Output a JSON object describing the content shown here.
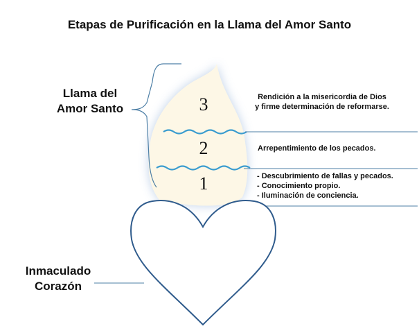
{
  "title": "Etapas de Purificación en la Llama del Amor Santo",
  "flame_label": [
    "Llama del",
    "Amor Santo"
  ],
  "heart_label": [
    "Inmaculado",
    "Corazón"
  ],
  "stages": [
    {
      "number": "3",
      "lines": [
        "Rendición a la misericordia de Dios",
        "y firme determinación de reformarse."
      ]
    },
    {
      "number": "2",
      "lines": [
        "Arrepentimiento de los pecados."
      ]
    },
    {
      "number": "1",
      "lines": [
        "- Descubrimiento de fallas y pecados.",
        "- Conocimiento propio.",
        "- Iluminación de conciencia."
      ]
    }
  ],
  "colors": {
    "flame_fill": "#fdf7e6",
    "flame_glow": "#b9cde6",
    "wave": "#3a9ccf",
    "leader_line": "#4d7fa6",
    "brace": "#4d7fa6",
    "heart_stroke": "#2f5b8c"
  }
}
